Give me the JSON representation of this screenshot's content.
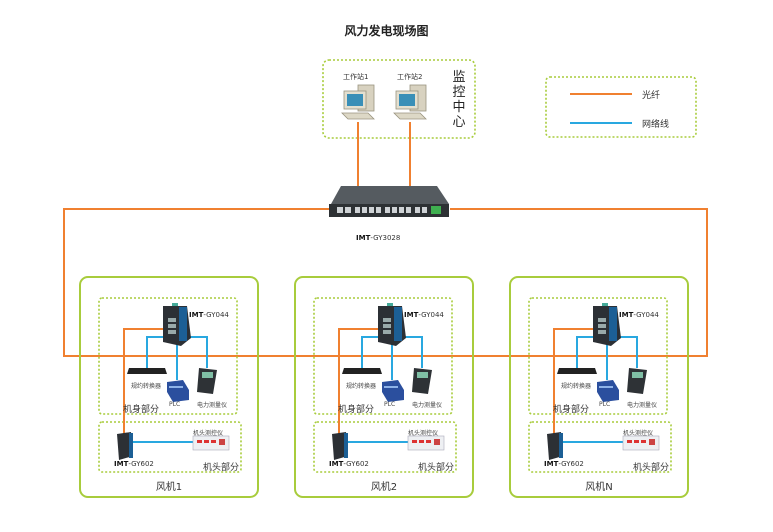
{
  "title": "风力发电现场图",
  "monitoring_center": {
    "label_chars": [
      "监",
      "控",
      "中",
      "心"
    ],
    "workstations": [
      {
        "label": "工作站1"
      },
      {
        "label": "工作站2"
      }
    ]
  },
  "legend": {
    "items": [
      {
        "label": "光纤",
        "color": "#f08030",
        "line_type": "fiber"
      },
      {
        "label": "网络线",
        "color": "#29a8e0",
        "line_type": "network"
      }
    ]
  },
  "core_switch": {
    "brand": "IMT",
    "model": "-GY3028"
  },
  "turbines": [
    {
      "name": "风机1",
      "body_section": "机身部分",
      "head_section": "机头部分",
      "body_switch": {
        "brand": "IMT",
        "model": "-GY044"
      },
      "head_switch": {
        "brand": "IMT",
        "model": "-GY602"
      },
      "devices": [
        "规约转换器",
        "PLC",
        "电力测量仪"
      ],
      "head_device": "机头测控仪"
    },
    {
      "name": "风机2",
      "body_section": "机身部分",
      "head_section": "机头部分",
      "body_switch": {
        "brand": "IMT",
        "model": "-GY044"
      },
      "head_switch": {
        "brand": "IMT",
        "model": "-GY602"
      },
      "devices": [
        "规约转换器",
        "PLC",
        "电力测量仪"
      ],
      "head_device": "机头测控仪"
    },
    {
      "name": "风机N",
      "body_section": "机身部分",
      "head_section": "机头部分",
      "body_switch": {
        "brand": "IMT",
        "model": "-GY044"
      },
      "head_switch": {
        "brand": "IMT",
        "model": "-GY602"
      },
      "devices": [
        "规约转换器",
        "PLC",
        "电力测量仪"
      ],
      "head_device": "机头测控仪"
    }
  ],
  "colors": {
    "fiber": "#f08030",
    "network": "#29a8e0",
    "frame": "#a8cc3c",
    "dotted": "#a8cc3c"
  }
}
